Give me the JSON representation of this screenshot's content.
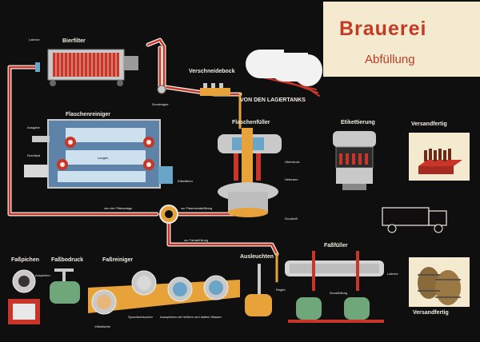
{
  "title": {
    "main": "Brauerei",
    "sub": "Abfüllung"
  },
  "colors": {
    "pipe_red": "#c8362a",
    "pipe_white": "#f2ede2",
    "beer": "#e8a23a",
    "water": "#6aa5c8",
    "steel": "#c9c9c9",
    "panel": "#f3ead0",
    "background": "#0f0f10"
  },
  "labels": {
    "bierfilter": "Bierfilter",
    "laterne": "Laterne",
    "druckregler": "Druckregler",
    "verschneidebock": "Verschneidebock",
    "lagertanks": "VON DEN LAGERTANKS",
    "flaschenreiniger": "Flaschenreiniger",
    "ausgabe": "Ausgabe",
    "rundlauf": "Rundlauf",
    "laugen": "Laugen",
    "etikettierer": "Etikettierer",
    "flaschenfueller": "Flaschenfüller",
    "etikettierung": "Etikettierung",
    "versandfertig_1": "Versandfertig",
    "versandfertig_2": "Versandfertig",
    "von_filteranlage": "von der Filteranlage",
    "zur_flaschenabfuellung": "zur Flaschenabfüllung",
    "zur_fassabfuellung": "zur Faßabfüllung",
    "druckluft": "Druckluft",
    "ueberdruck": "Überdruck",
    "hebearm": "Hebearm",
    "fasspichen": "Faßpichen",
    "fassbodruck": "Faßbodruck",
    "fassreiniger": "Faßreiniger",
    "ausleuchten": "Ausleuchten",
    "fassfueller": "Faßfüller",
    "auspichen": "Auspichen",
    "vollwaesche": "Vollwäsche",
    "spundlochsucher": "Spundlochsucher",
    "ausspritzen": "Ausspritzen mit heißem und kaltem Wasser",
    "regler": "Regler",
    "laterne_2": "Laterne",
    "druckfuellung": "Druckfüllung"
  }
}
